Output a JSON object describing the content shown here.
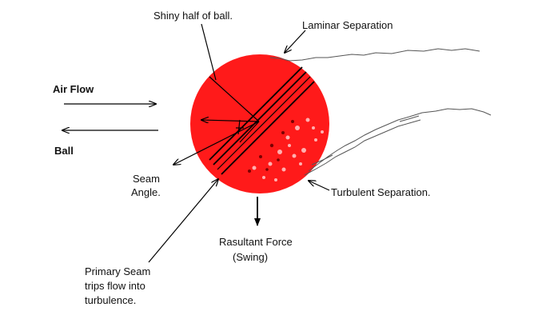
{
  "colors": {
    "ball": "#ff1a1a",
    "ball_spots": "#ffb0b0",
    "ball_dark_spots": "#7a0000",
    "lines": "#000000",
    "flow_lines": "#555555",
    "background": "#ffffff"
  },
  "labels": {
    "shiny_half": "Shiny half of ball.",
    "laminar_separation": "Laminar Separation",
    "air_flow": "Air Flow",
    "ball": "Ball",
    "seam_angle_line1": "Seam",
    "seam_angle_line2": "Angle.",
    "turbulent_separation": "Turbulent Separation.",
    "resultant_line1": "Rasultant Force",
    "resultant_line2": "(Swing)",
    "primary_line1": "Primary Seam",
    "primary_line2": "trips flow into",
    "primary_line3": "turbulence."
  }
}
